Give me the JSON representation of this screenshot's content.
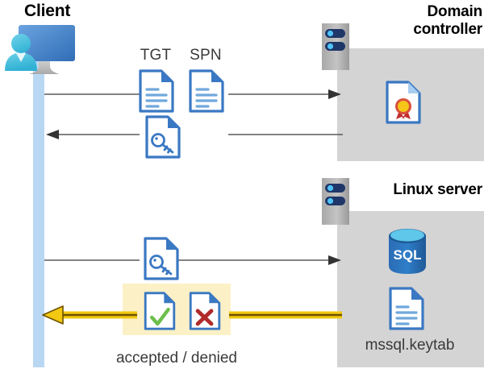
{
  "diagram": {
    "title_client": "Client",
    "title_domain_controller": "Domain\ncontroller",
    "title_linux_server": "Linux server"
  },
  "labels": {
    "tgt": "TGT",
    "spn": "SPN",
    "accepted_denied": "accepted / denied",
    "keytab": "mssql.keytab"
  },
  "icons": {
    "client": "user-computer-icon",
    "server_rack": "server-rack-icon",
    "tgt_doc": "document-icon",
    "spn_doc": "document-icon",
    "ticket_doc": "document-key-icon",
    "request_doc": "document-key-icon",
    "certificate": "certificate-document-icon",
    "sql_db": "sql-database-icon",
    "keytab_doc": "document-icon",
    "accepted_doc": "document-check-icon",
    "denied_doc": "document-cross-icon"
  },
  "flows": [
    {
      "name": "client-to-dc-request",
      "direction": "right"
    },
    {
      "name": "dc-to-client-ticket",
      "direction": "left"
    },
    {
      "name": "client-to-linux-request",
      "direction": "right"
    },
    {
      "name": "linux-to-client-response",
      "direction": "left"
    }
  ],
  "colors": {
    "panel_gray": "#d4d4d4",
    "lifeline_blue": "#b9d7f2",
    "highlight_yellow": "#fcf1c6",
    "accent_blue": "#3a78c3",
    "arrow_gold": "#f2c811",
    "arrow_dark": "#7a5c00",
    "check_green": "#6cbf4b",
    "cross_red": "#b02a2a",
    "text_dark": "#000000",
    "line_gray": "#5a5a5a"
  },
  "sql_text": "SQL"
}
